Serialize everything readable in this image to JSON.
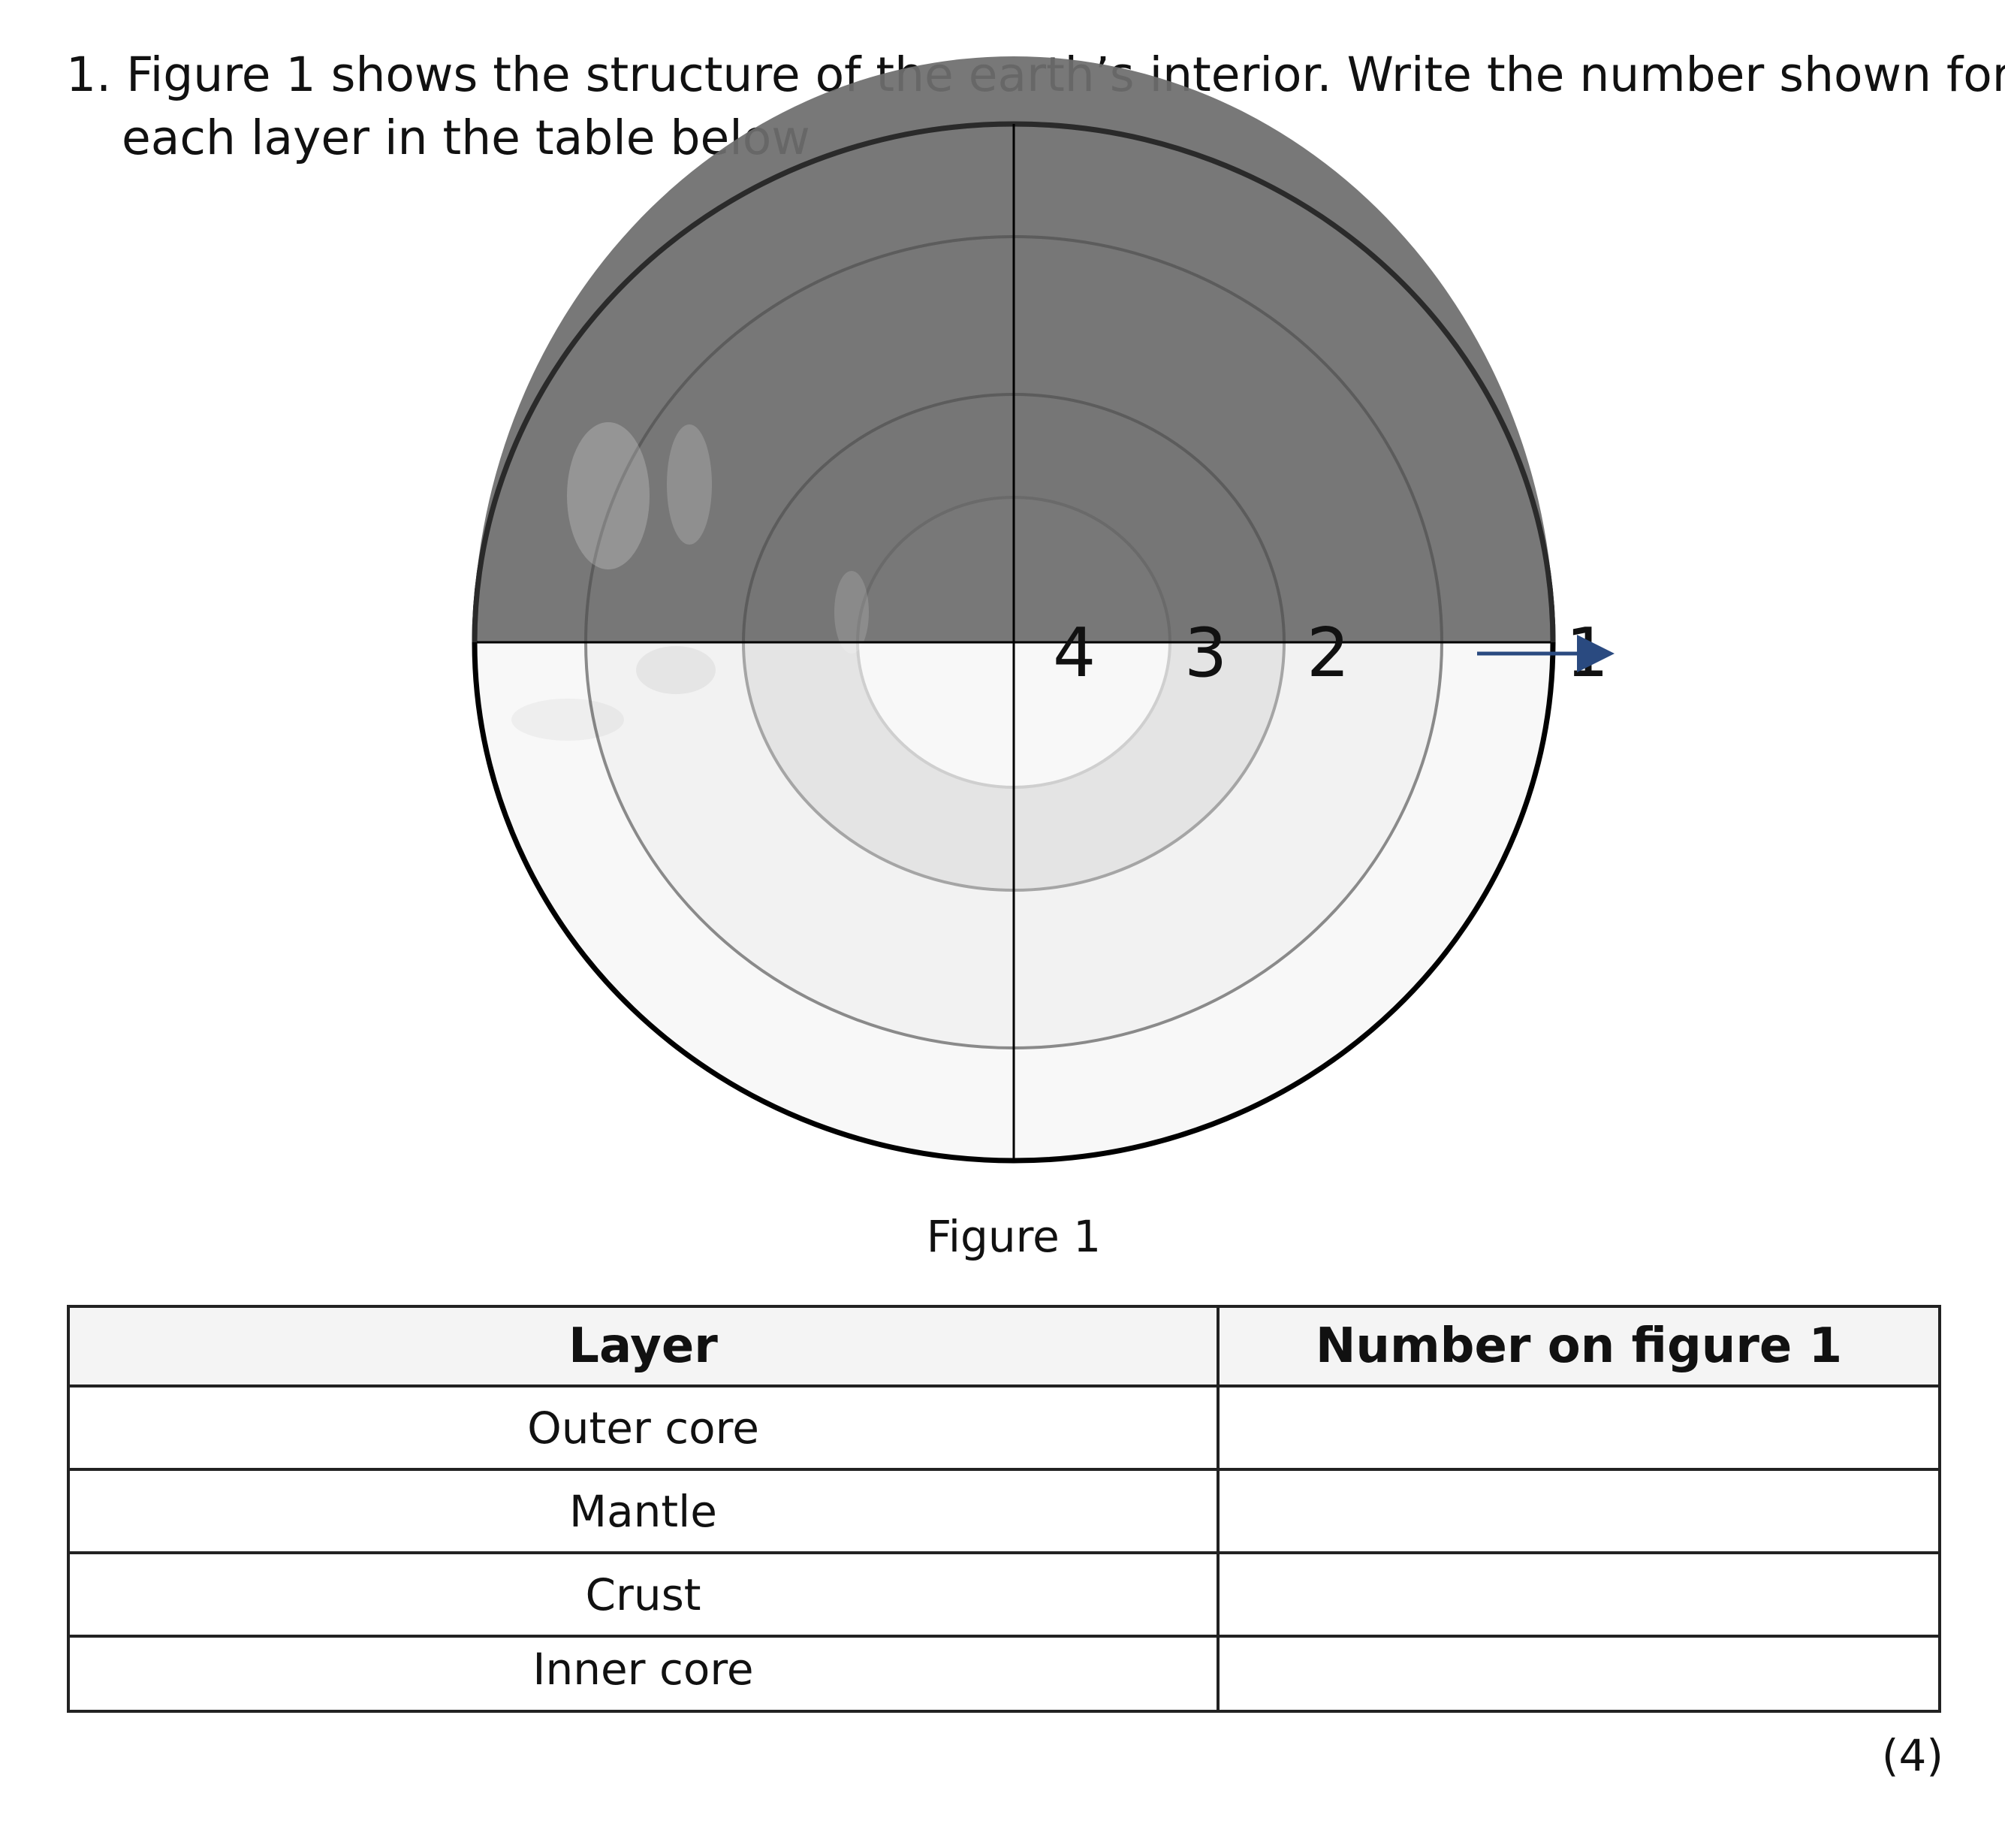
{
  "question": {
    "line1": "1. Figure 1 shows the structure of the earth’s interior. Write the number shown for",
    "line2": "each layer in the table below"
  },
  "figure": {
    "labels": [
      "4",
      "3",
      "2",
      "1"
    ],
    "caption": "Figure 1"
  },
  "table": {
    "headers": [
      "Layer",
      "Number on figure 1"
    ],
    "rows": [
      {
        "layer": "Outer core",
        "number": ""
      },
      {
        "layer": "Mantle",
        "number": ""
      },
      {
        "layer": "Crust",
        "number": ""
      },
      {
        "layer": "Inner core",
        "number": ""
      }
    ]
  },
  "marks": "(4)",
  "colors": {
    "hemisphere_shade": "#6e6e6e",
    "arrow": "#2a4a80"
  }
}
